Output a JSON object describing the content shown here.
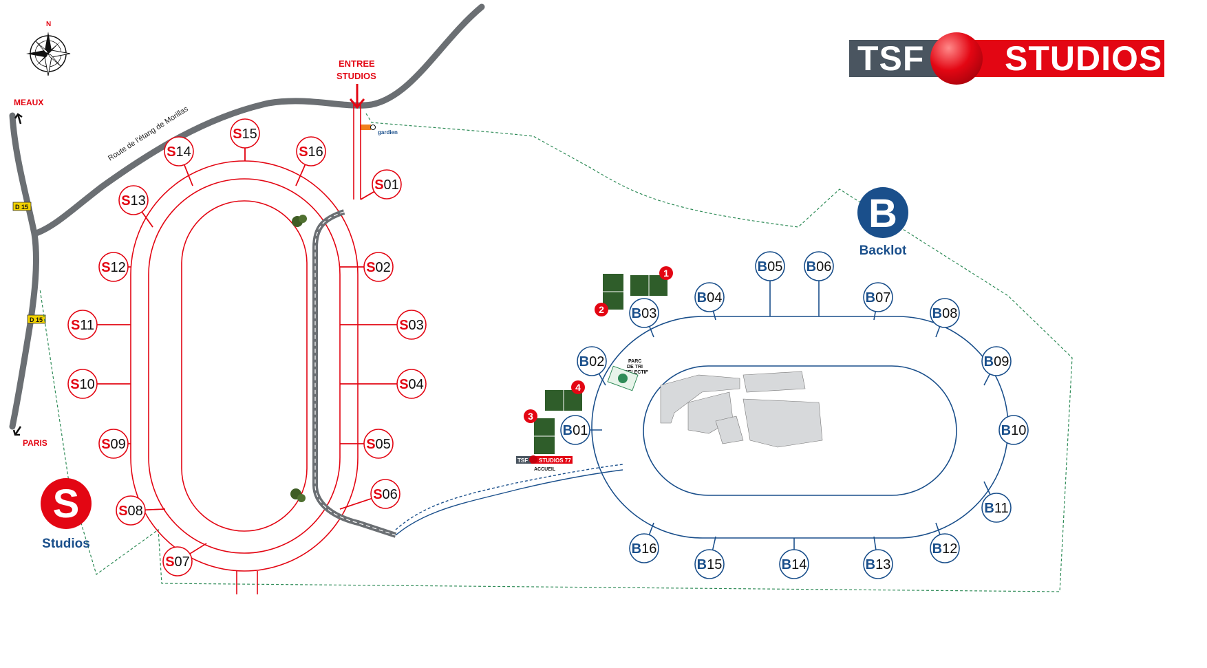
{
  "brand": {
    "left": "TSF",
    "right": "STUDIOS 77"
  },
  "compass": {
    "north": "N"
  },
  "directions": {
    "meaux": "MEAUX",
    "paris": "PARIS"
  },
  "roads": {
    "d15_a": "D 15",
    "d15_b": "D 15",
    "route": "Route de l'étang de Morillas"
  },
  "entrance": {
    "line1": "ENTREE",
    "line2": "STUDIOS",
    "gardien": "gardien"
  },
  "zones": {
    "studios": {
      "letter": "S",
      "label": "Studios",
      "color": "#e30613"
    },
    "backlot": {
      "letter": "B",
      "label": "Backlot",
      "color": "#1a4f8b"
    }
  },
  "studios": [
    {
      "letter": "S",
      "num": "01"
    },
    {
      "letter": "S",
      "num": "02"
    },
    {
      "letter": "S",
      "num": "03"
    },
    {
      "letter": "S",
      "num": "04"
    },
    {
      "letter": "S",
      "num": "05"
    },
    {
      "letter": "S",
      "num": "06"
    },
    {
      "letter": "S",
      "num": "07"
    },
    {
      "letter": "S",
      "num": "08"
    },
    {
      "letter": "S",
      "num": "09"
    },
    {
      "letter": "S",
      "num": "10"
    },
    {
      "letter": "S",
      "num": "11"
    },
    {
      "letter": "S",
      "num": "12"
    },
    {
      "letter": "S",
      "num": "13"
    },
    {
      "letter": "S",
      "num": "14"
    },
    {
      "letter": "S",
      "num": "15"
    },
    {
      "letter": "S",
      "num": "16"
    }
  ],
  "backlots": [
    {
      "letter": "B",
      "num": "01"
    },
    {
      "letter": "B",
      "num": "02"
    },
    {
      "letter": "B",
      "num": "03"
    },
    {
      "letter": "B",
      "num": "04"
    },
    {
      "letter": "B",
      "num": "05"
    },
    {
      "letter": "B",
      "num": "06"
    },
    {
      "letter": "B",
      "num": "07"
    },
    {
      "letter": "B",
      "num": "08"
    },
    {
      "letter": "B",
      "num": "09"
    },
    {
      "letter": "B",
      "num": "10"
    },
    {
      "letter": "B",
      "num": "11"
    },
    {
      "letter": "B",
      "num": "12"
    },
    {
      "letter": "B",
      "num": "13"
    },
    {
      "letter": "B",
      "num": "14"
    },
    {
      "letter": "B",
      "num": "15"
    },
    {
      "letter": "B",
      "num": "16"
    }
  ],
  "courts": [
    {
      "num": "1"
    },
    {
      "num": "2"
    },
    {
      "num": "3"
    },
    {
      "num": "4"
    }
  ],
  "tri": {
    "line1": "PARC",
    "line2": "DE TRI",
    "line3": "SELECTIF"
  },
  "accueil": {
    "logo_left": "TSF",
    "logo_right": "STUDIOS 77",
    "label": "ACCUEIL"
  },
  "colors": {
    "studio_red": "#e30613",
    "backlot_blue": "#1a4f8b",
    "road_grey": "#6b6f73",
    "court_green": "#2f5d2a",
    "fence_green": "#2e8b57",
    "gardien_orange": "#f07f1c"
  }
}
